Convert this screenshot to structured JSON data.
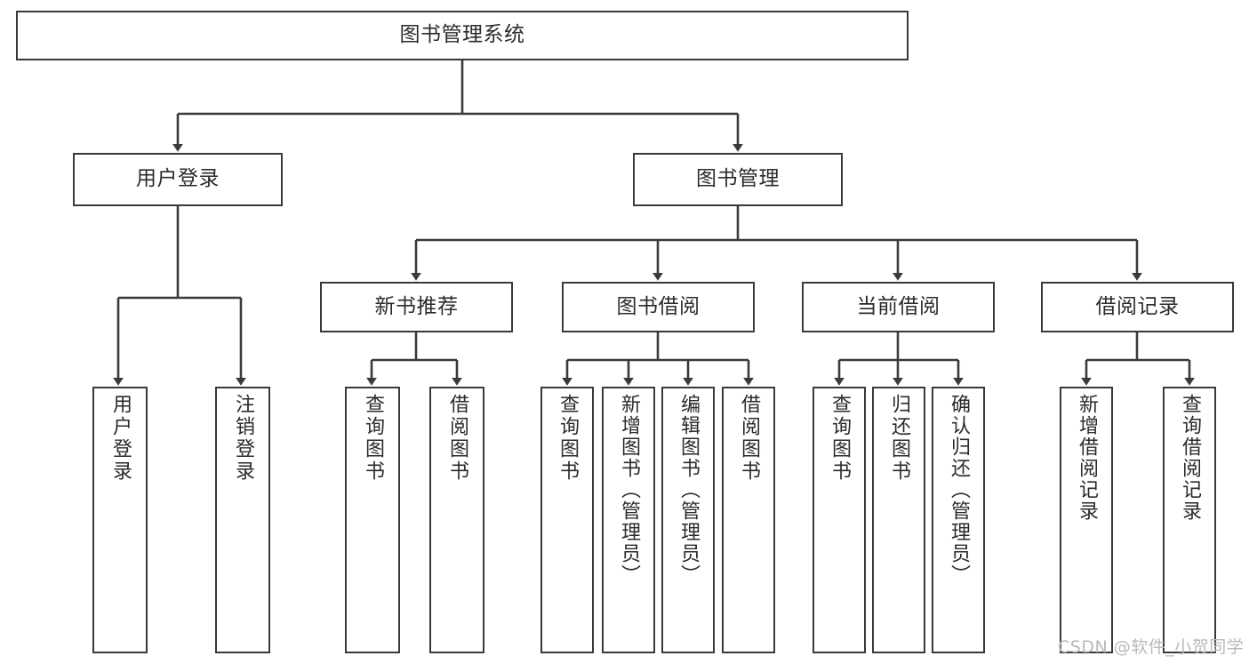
{
  "diagram": {
    "title": "图书管理系统",
    "type": "functional-structure-tree",
    "root": {
      "label": "图书管理系统"
    },
    "level1": [
      {
        "label": "用户登录"
      },
      {
        "label": "图书管理"
      }
    ],
    "level2": [
      {
        "label": "新书推荐"
      },
      {
        "label": "图书借阅"
      },
      {
        "label": "当前借阅"
      },
      {
        "label": "借阅记录"
      }
    ],
    "leaves": {
      "user_login": [
        {
          "label": "用户登录"
        },
        {
          "label": "注销登录"
        }
      ],
      "new_book_recommend": [
        {
          "label": "查询图书"
        },
        {
          "label": "借阅图书"
        }
      ],
      "book_borrow": [
        {
          "label": "查询图书"
        },
        {
          "label": "新增图书（管理员）"
        },
        {
          "label": "编辑图书（管理员）"
        },
        {
          "label": "借阅图书"
        }
      ],
      "current_borrow": [
        {
          "label": "查询图书"
        },
        {
          "label": "归还图书"
        },
        {
          "label": "确认归还（管理员）"
        }
      ],
      "borrow_record": [
        {
          "label": "新增借阅记录"
        },
        {
          "label": "查询借阅记录"
        }
      ]
    }
  },
  "watermark": {
    "text": "CSDN @软件_小贺同学"
  },
  "colors": {
    "border": "#3a3a3a",
    "text": "#2b2b2b",
    "background": "#ffffff",
    "watermark": "#b9b9b9"
  }
}
